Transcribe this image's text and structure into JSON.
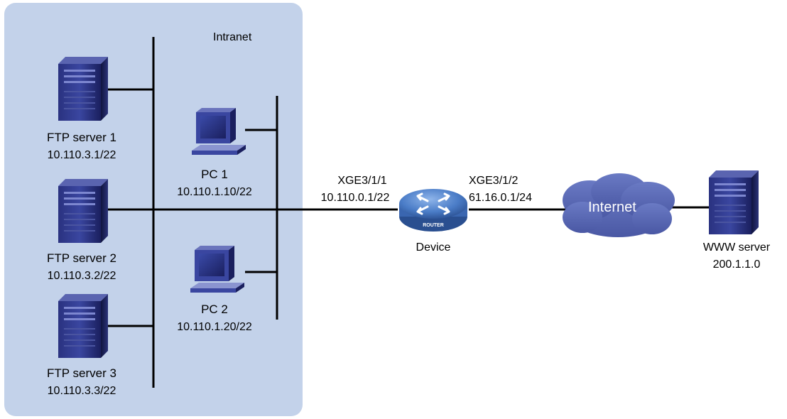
{
  "zone": {
    "label": "Intranet"
  },
  "ftp_servers": [
    {
      "name": "FTP server 1",
      "ip": "10.110.3.1/22"
    },
    {
      "name": "FTP server 2",
      "ip": "10.110.3.2/22"
    },
    {
      "name": "FTP server 3",
      "ip": "10.110.3.3/22"
    }
  ],
  "pcs": [
    {
      "name": "PC 1",
      "ip": "10.110.1.10/22"
    },
    {
      "name": "PC 2",
      "ip": "10.110.1.20/22"
    }
  ],
  "device": {
    "name": "Device",
    "badge": "ROUTER",
    "if_left": {
      "name": "XGE3/1/1",
      "ip": "10.110.0.1/22"
    },
    "if_right": {
      "name": "XGE3/1/2",
      "ip": "61.16.0.1/24"
    }
  },
  "internet": {
    "label": "Internet"
  },
  "www_server": {
    "name": "WWW server",
    "ip": "200.1.1.0"
  },
  "colors": {
    "intranet_bg": "#c3d2ea",
    "server_dark": "#1a1f5e",
    "cloud": "#5a6ab4",
    "router": "#4a7cc7"
  }
}
